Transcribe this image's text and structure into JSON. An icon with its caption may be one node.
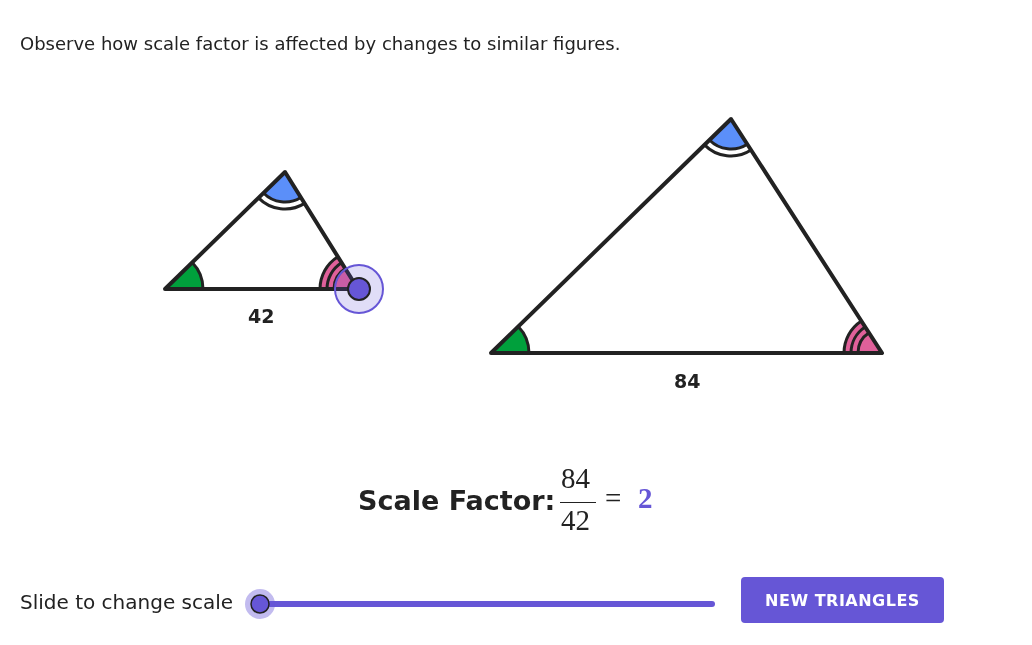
{
  "diagram": {
    "labels": [
      "Observe how scale factor is affected by changes to similar figures.",
      "42",
      "84",
      "Scale Factor:",
      "84",
      "42",
      "=",
      "2",
      "Slide to change scale",
      "NEW TRIANGLES"
    ]
  }
}
